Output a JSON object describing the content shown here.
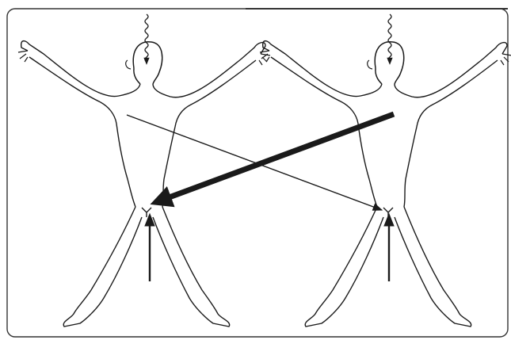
{
  "figure": {
    "description_free": true,
    "colors": {
      "ink": "#1a1a1a",
      "paper": "#ffffff",
      "frame": "#333333"
    },
    "figures": [
      {
        "name": "left-body"
      },
      {
        "name": "right-body"
      }
    ],
    "arrows": [
      {
        "name": "thin-cross-arrow",
        "from": "left-chest",
        "to": "right-groin",
        "weight": "thin"
      },
      {
        "name": "thick-cross-arrow",
        "from": "right-chest",
        "to": "left-groin",
        "weight": "thick"
      },
      {
        "name": "left-groin-up-arrow",
        "direction": "up",
        "weight": "medium"
      },
      {
        "name": "right-groin-up-arrow",
        "direction": "up",
        "weight": "medium"
      },
      {
        "name": "left-head-wavy-arrow",
        "direction": "down",
        "style": "wavy"
      },
      {
        "name": "right-head-wavy-arrow",
        "direction": "down",
        "style": "wavy"
      }
    ]
  }
}
